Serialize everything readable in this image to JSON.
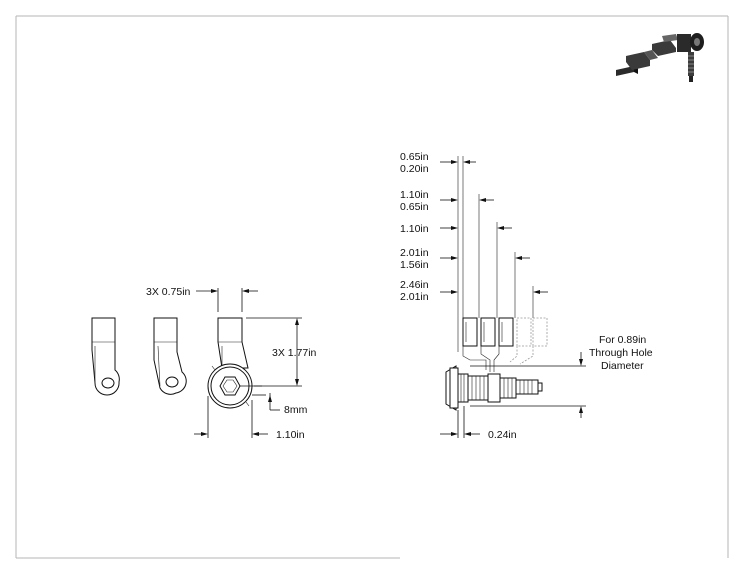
{
  "front_view": {
    "width_label": "3X 0.75in",
    "height_label": "3X 1.77in",
    "hex_label": "8mm",
    "overall_label": "1.10in"
  },
  "side_view": {
    "cam_offsets": [
      {
        "a": "0.65in",
        "b": "0.20in"
      },
      {
        "a": "1.10in",
        "b": "0.65in"
      },
      {
        "a": "1.10in",
        "b": ""
      },
      {
        "a": "2.01in",
        "b": "1.56in"
      },
      {
        "a": "2.46in",
        "b": "2.01in"
      }
    ],
    "hole_note": [
      "For 0.89in",
      "Through Hole",
      "Diameter"
    ],
    "flange_label": "0.24in"
  },
  "icons": {
    "isometric_preview": "cam-lock-assembly-icon"
  }
}
